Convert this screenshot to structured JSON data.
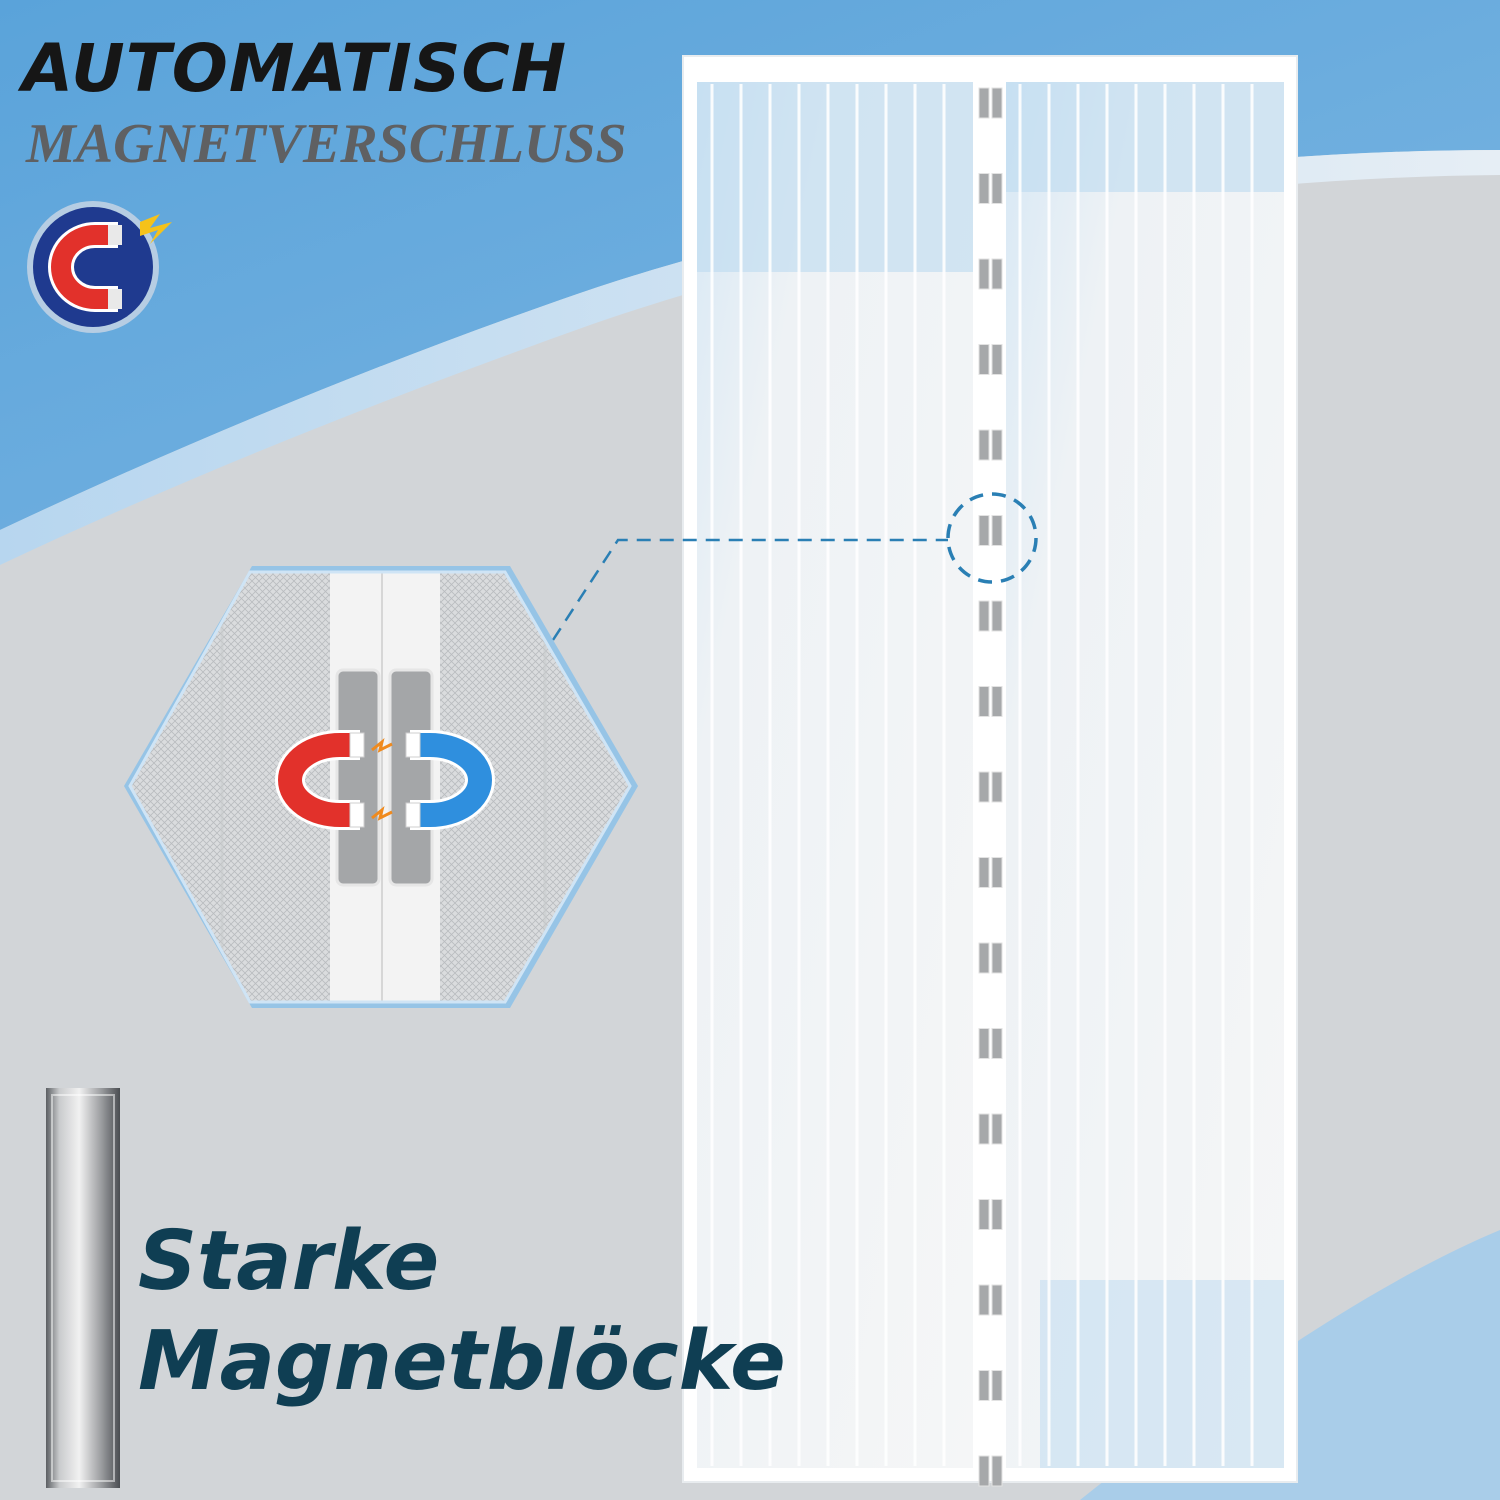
{
  "headline": {
    "title": "AUTOMATISCH",
    "subtitle": "MAGNETVERSCHLUSS"
  },
  "caption": {
    "line1": "Starke",
    "line2": "Magnetblöcke"
  },
  "icons": {
    "badge": "magnet-badge-icon",
    "detail": "magnet-pair-icon",
    "block": "magnet-block-icon"
  },
  "colors": {
    "sky_blue": "#6aa9d9",
    "light_blue": "#a9cde9",
    "background_gray": "#d2d5d8",
    "headline": "#161616",
    "subline": "#5f6062",
    "caption": "#0f3e53",
    "magnet_red": "#e2312b",
    "magnet_blue": "#2f8fde",
    "callout_line": "#2a7fb4"
  }
}
